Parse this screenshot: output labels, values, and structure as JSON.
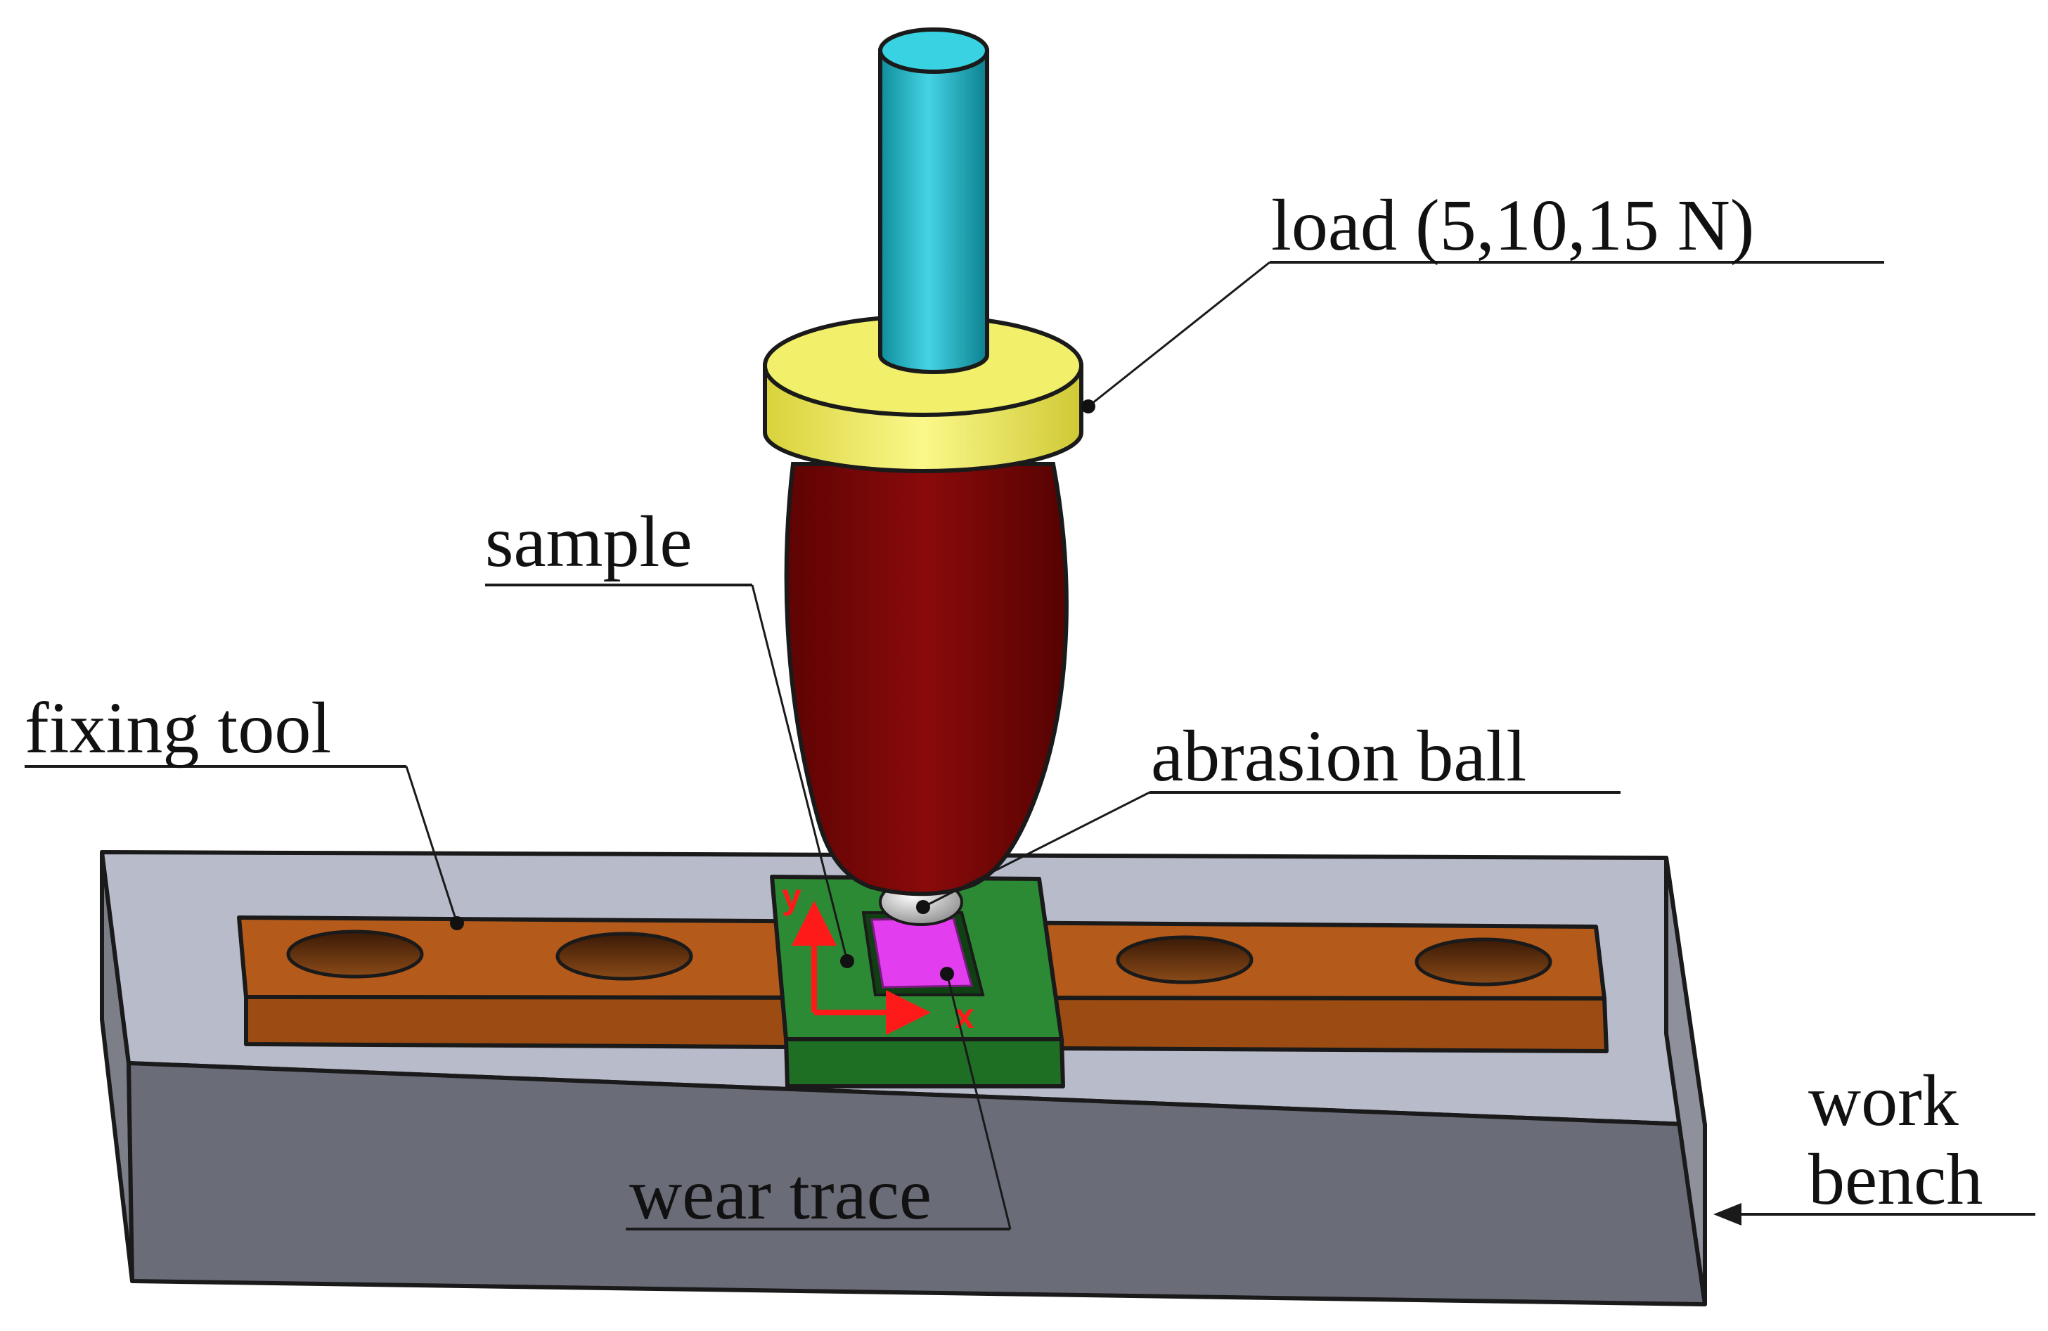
{
  "labels": {
    "load": "load (5,10,15 N)",
    "sample": "sample",
    "fixing_tool": "fixing tool",
    "abrasion_ball": "abrasion ball",
    "wear_trace": "wear trace",
    "work": "work",
    "bench": "bench"
  },
  "axes": {
    "x": "x",
    "y": "y"
  },
  "colors": {
    "shaft": "#2bbfd0",
    "load_ring": "#f2ef6a",
    "holder": "#7a0606",
    "fixing_tool": "#b45a1a",
    "sample": "#1e6e24",
    "wear_trace": "#e23ef0",
    "work_bench_top": "#b8bbca",
    "work_bench_front": "#6a6c78",
    "axis": "#ff1a1a"
  }
}
